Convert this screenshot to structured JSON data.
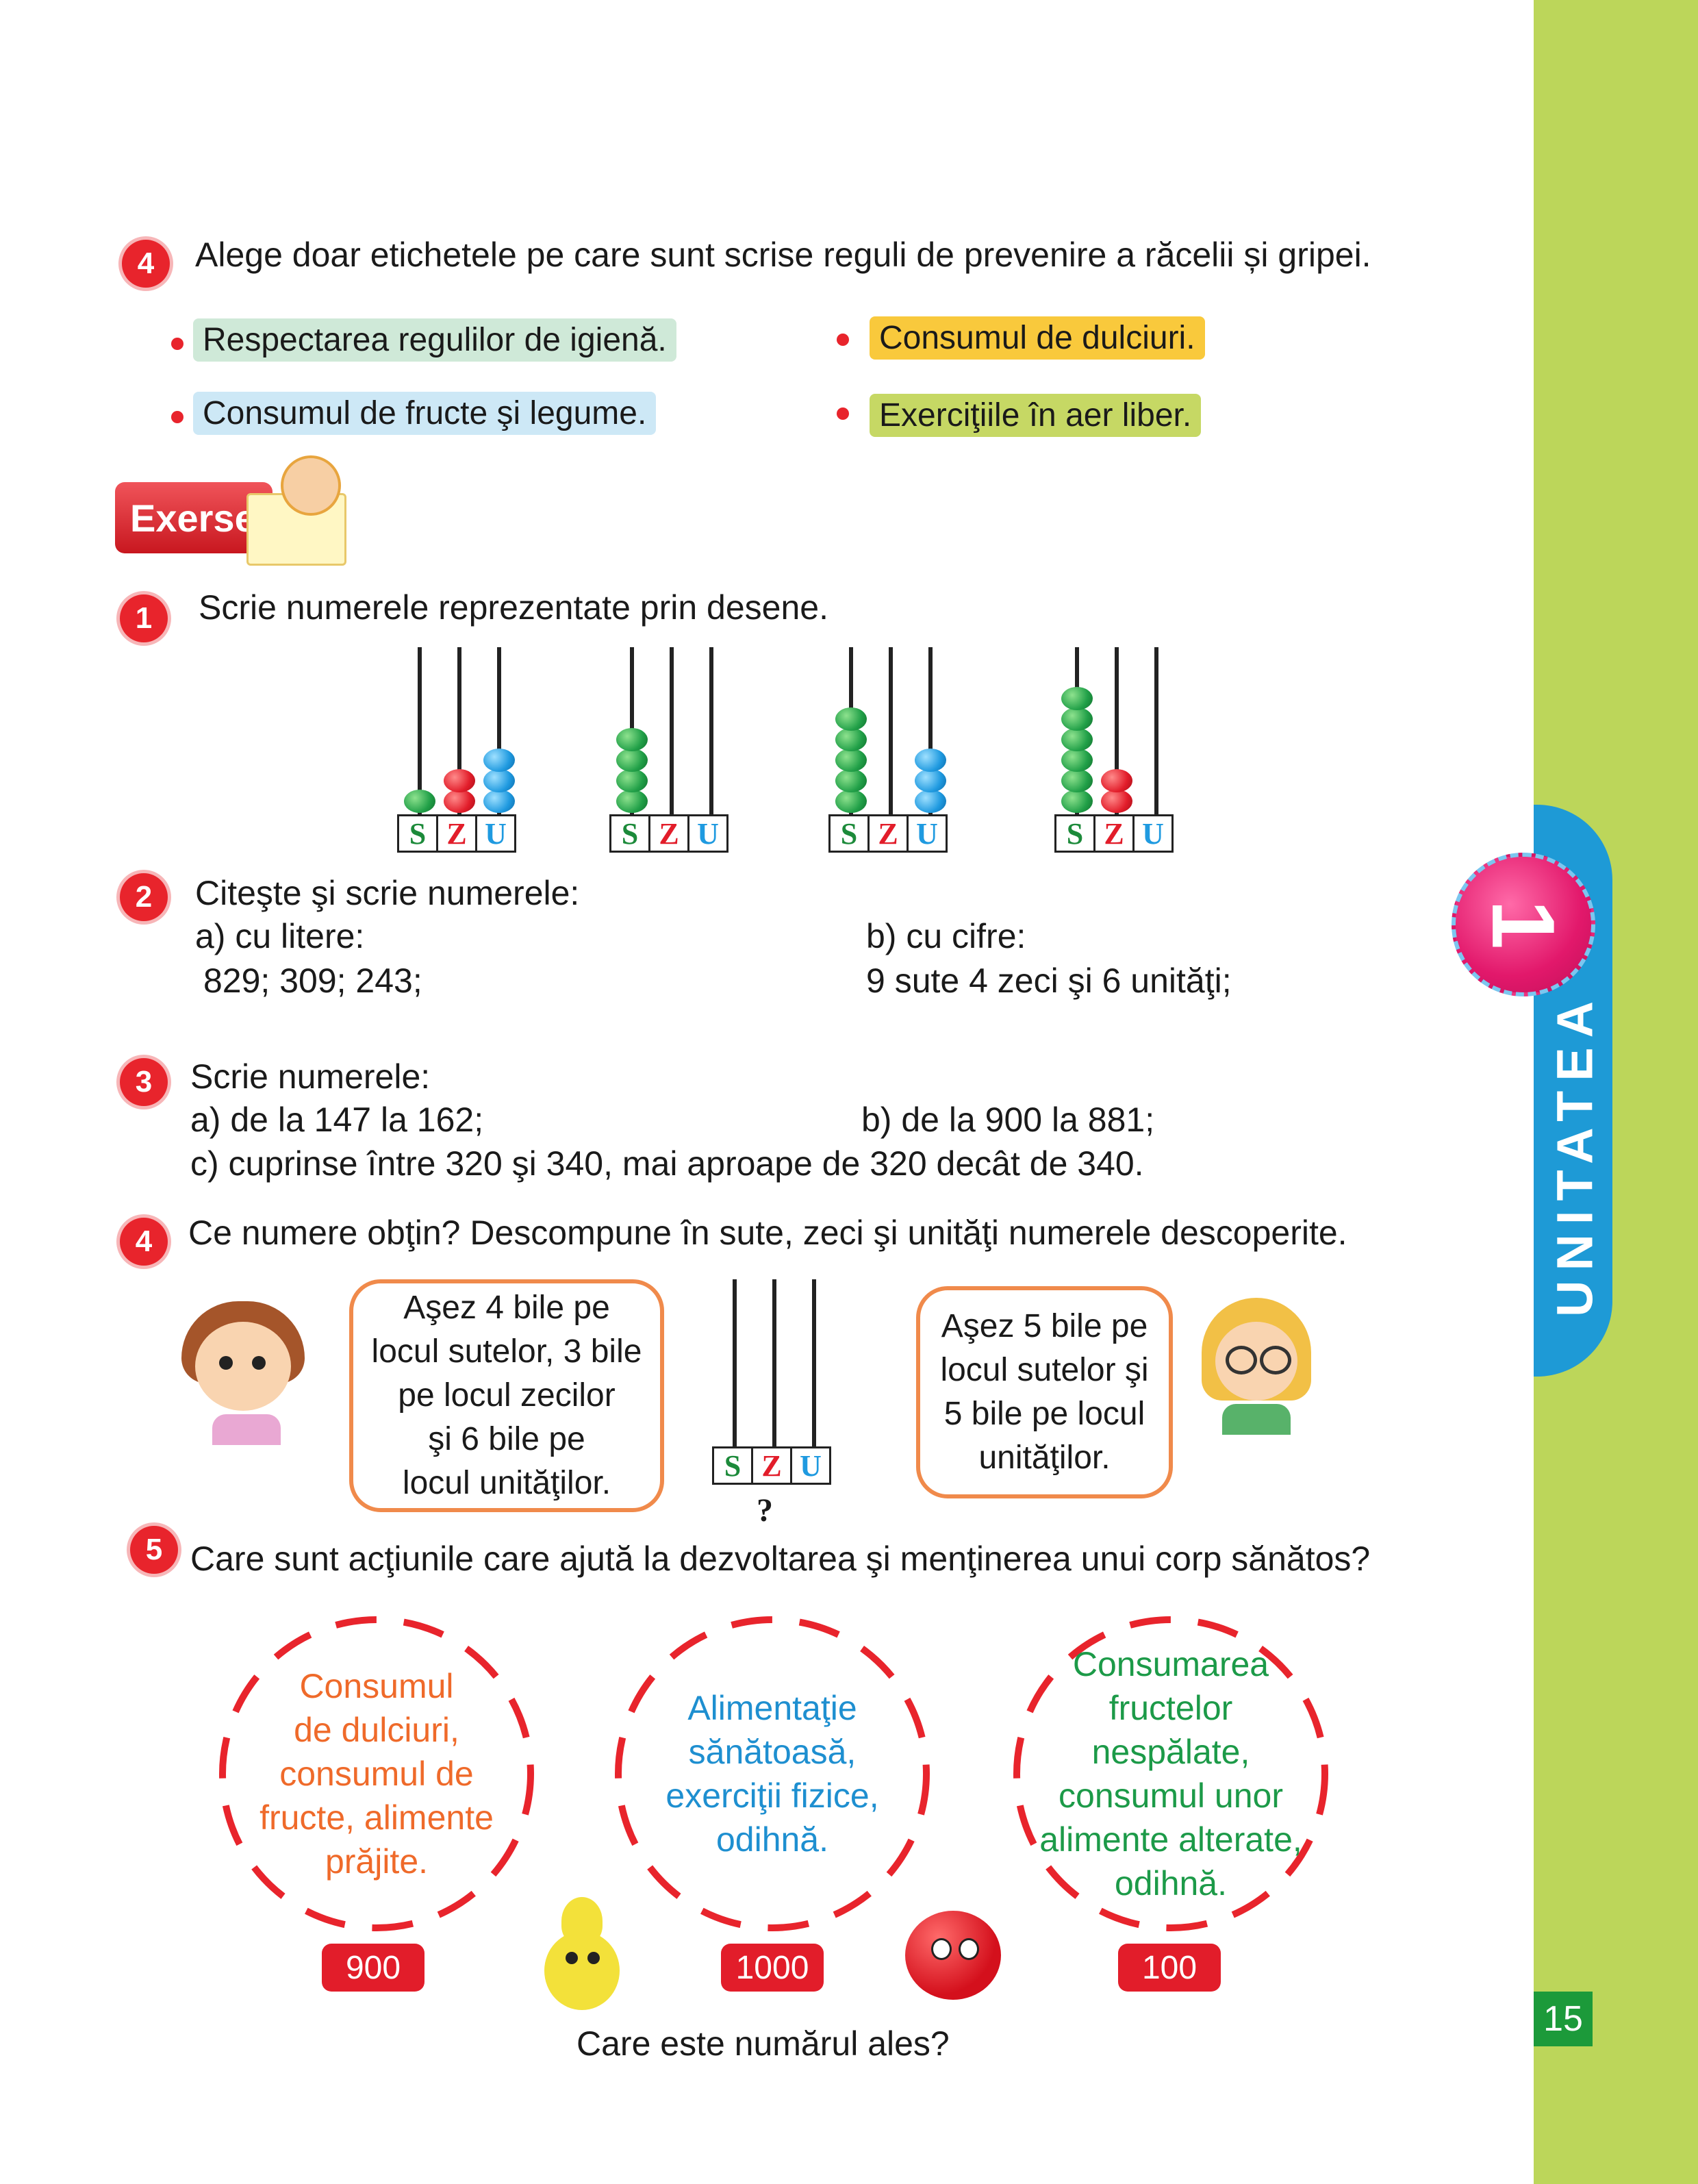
{
  "sidebar": {
    "unit_word": "UNITATEA",
    "unit_number": "1",
    "page_number": "15"
  },
  "ex4_top": {
    "number": "4",
    "instruction": "Alege doar etichetele pe care sunt scrise reguli de prevenire a răcelii și gripei.",
    "labels": [
      {
        "text": "Respectarea regulilor de igienă.",
        "color": "#cfe9d8"
      },
      {
        "text": "Consumul de fructe şi legume.",
        "color": "#cde8f6"
      },
      {
        "text": "Consumul de dulciuri.",
        "color": "#f9c93c"
      },
      {
        "text": "Exerciţiile în aer liber.",
        "color": "#c6d864"
      }
    ]
  },
  "exersez": {
    "title": "Exersez"
  },
  "ex1": {
    "number": "1",
    "instruction": "Scrie numerele reprezentate prin desene.",
    "column_letters": [
      "S",
      "Z",
      "U"
    ],
    "abacuses": [
      {
        "hundreds": 1,
        "tens": 2,
        "units": 3
      },
      {
        "hundreds": 4,
        "tens": 0,
        "units": 0
      },
      {
        "hundreds": 5,
        "tens": 0,
        "units": 3
      },
      {
        "hundreds": 6,
        "tens": 2,
        "units": 0
      }
    ]
  },
  "ex2": {
    "number": "2",
    "instruction": "Citeşte şi scrie numerele:",
    "a_label": "a) cu litere:",
    "a_values": "829; 309; 243;",
    "b_label": "b) cu cifre:",
    "b_values": "9 sute 4 zeci şi 6 unităţi;"
  },
  "ex3": {
    "number": "3",
    "instruction": "Scrie numerele:",
    "a": "a) de la 147 la 162;",
    "b": "b) de la 900 la 881;",
    "c": "c) cuprinse între 320 şi 340, mai aproape de 320 decât de 340."
  },
  "ex4": {
    "number": "4",
    "instruction": "Ce numere obţin? Descompune în sute, zeci şi unităţi numerele descoperite.",
    "bubble_left": [
      "Aşez 4 bile pe",
      "locul sutelor, 3 bile",
      "pe locul zecilor",
      "şi 6 bile pe",
      "locul unităţilor."
    ],
    "bubble_right": [
      "Aşez 5 bile pe",
      "locul sutelor şi",
      "5 bile pe locul",
      "unităţilor."
    ],
    "question_mark": "?"
  },
  "ex5": {
    "number": "5",
    "instruction": "Care sunt acţiunile care ajută la dezvoltarea şi menţinerea unui corp sănătos?",
    "options": [
      {
        "lines": [
          "Consumul",
          "de dulciuri,",
          "consumul de",
          "fructe, alimente",
          "prăjite."
        ],
        "color": "#ef6a2a",
        "value": "900"
      },
      {
        "lines": [
          "Alimentaţie",
          "sănătoasă,",
          "exerciţii fizice,",
          "odihnă."
        ],
        "color": "#1e8fd0",
        "value": "1000"
      },
      {
        "lines": [
          "Consumarea",
          "fructelor nespălate,",
          "consumul unor",
          "alimente alterate,",
          "odihnă."
        ],
        "color": "#1c9a48",
        "value": "100"
      }
    ],
    "question": "Care este numărul ales?"
  }
}
